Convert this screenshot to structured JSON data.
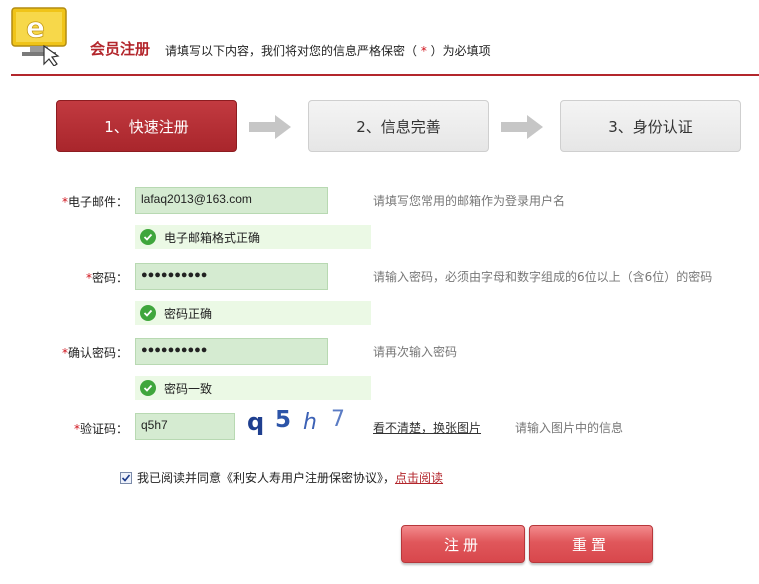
{
  "header": {
    "title": "会员注册",
    "desc_before": "请填写以下内容，我们将对您的信息严格保密（",
    "desc_star": " * ",
    "desc_after": "）为必填项"
  },
  "steps": [
    {
      "label": "1、快速注册",
      "active": true
    },
    {
      "label": "2、信息完善",
      "active": false
    },
    {
      "label": "3、身份认证",
      "active": false
    }
  ],
  "form": {
    "required_mark": "*",
    "email": {
      "label": "电子邮件：",
      "value": "lafaq2013@163.com",
      "hint": "请填写您常用的邮箱作为登录用户名",
      "ok": "电子邮箱格式正确"
    },
    "password": {
      "label": "密码：",
      "value": "●●●●●●●●●●",
      "hint": "请输入密码，必须由字母和数字组成的6位以上（含6位）的密码",
      "ok": "密码正确"
    },
    "confirm": {
      "label": "确认密码：",
      "value": "●●●●●●●●●●",
      "hint": "请再次输入密码",
      "ok": "密码一致"
    },
    "captcha": {
      "label": "验证码：",
      "value": "q5h7",
      "image_text": [
        "q",
        "5",
        "h",
        "7"
      ],
      "refresh_link": "看不清楚，换张图片",
      "hint": "请输入图片中的信息"
    }
  },
  "agreement": {
    "checked": true,
    "text": "我已阅读并同意《利安人寿用户注册保密协议》，",
    "link": "点击阅读"
  },
  "buttons": {
    "register": "注册",
    "reset": "重置"
  },
  "colors": {
    "brand_red": "#b3262c",
    "field_green": "#d5ebd1",
    "ok_green": "#3fa63c"
  }
}
